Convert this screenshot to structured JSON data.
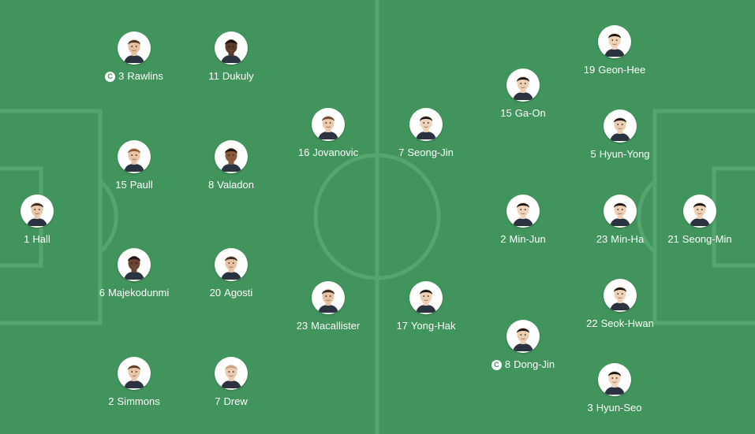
{
  "colors": {
    "pitch": "#41955c",
    "line": "#55a66e",
    "label": "#ffffff"
  },
  "captain_badge": "C",
  "home_team": {
    "players": [
      {
        "number": "1",
        "name": "Hall",
        "captain": false,
        "skin": "#e8c6a8",
        "hair": "#3a2a22"
      },
      {
        "number": "3",
        "name": "Rawlins",
        "captain": true,
        "skin": "#e6bf9c",
        "hair": "#4a3426"
      },
      {
        "number": "11",
        "name": "Dukuly",
        "captain": false,
        "skin": "#5a3a28",
        "hair": "#1a1210"
      },
      {
        "number": "15",
        "name": "Paull",
        "captain": false,
        "skin": "#e9c4a4",
        "hair": "#8a5a34"
      },
      {
        "number": "8",
        "name": "Valadon",
        "captain": false,
        "skin": "#8a5a3c",
        "hair": "#1c1410"
      },
      {
        "number": "16",
        "name": "Jovanovic",
        "captain": false,
        "skin": "#ecc8aa",
        "hair": "#6a4a32"
      },
      {
        "number": "6",
        "name": "Majekodunmi",
        "captain": false,
        "skin": "#6a4430",
        "hair": "#1e1612"
      },
      {
        "number": "20",
        "name": "Agosti",
        "captain": false,
        "skin": "#e9c2a2",
        "hair": "#3e2c20"
      },
      {
        "number": "23",
        "name": "Macallister",
        "captain": false,
        "skin": "#e6c0a0",
        "hair": "#3a2a1e"
      },
      {
        "number": "2",
        "name": "Simmons",
        "captain": false,
        "skin": "#eac5a6",
        "hair": "#5a3e2a"
      },
      {
        "number": "7",
        "name": "Drew",
        "captain": false,
        "skin": "#edcbb0",
        "hair": "#c9a27a"
      }
    ]
  },
  "away_team": {
    "players": [
      {
        "number": "7",
        "name": "Seong-Jin",
        "captain": false,
        "skin": "#efd2b8",
        "hair": "#1e1a18"
      },
      {
        "number": "15",
        "name": "Ga-On",
        "captain": false,
        "skin": "#eecfb2",
        "hair": "#1c1816"
      },
      {
        "number": "19",
        "name": "Geon-Hee",
        "captain": false,
        "skin": "#efd1b6",
        "hair": "#1a1614"
      },
      {
        "number": "5",
        "name": "Hyun-Yong",
        "captain": false,
        "skin": "#edcdb0",
        "hair": "#201a16"
      },
      {
        "number": "2",
        "name": "Min-Jun",
        "captain": false,
        "skin": "#f0d4ba",
        "hair": "#1e1a18"
      },
      {
        "number": "23",
        "name": "Min-Ha",
        "captain": false,
        "skin": "#eecfb4",
        "hair": "#1c1816"
      },
      {
        "number": "21",
        "name": "Seong-Min",
        "captain": false,
        "skin": "#efd0b4",
        "hair": "#1a1614"
      },
      {
        "number": "17",
        "name": "Yong-Hak",
        "captain": false,
        "skin": "#eecfb2",
        "hair": "#1e1a18"
      },
      {
        "number": "22",
        "name": "Seok-Hwan",
        "captain": false,
        "skin": "#efd2b6",
        "hair": "#201a16"
      },
      {
        "number": "8",
        "name": "Dong-Jin",
        "captain": true,
        "skin": "#edcdb0",
        "hair": "#1c1816"
      },
      {
        "number": "3",
        "name": "Hyun-Seo",
        "captain": false,
        "skin": "#f0d3b8",
        "hair": "#1a1614"
      }
    ]
  }
}
